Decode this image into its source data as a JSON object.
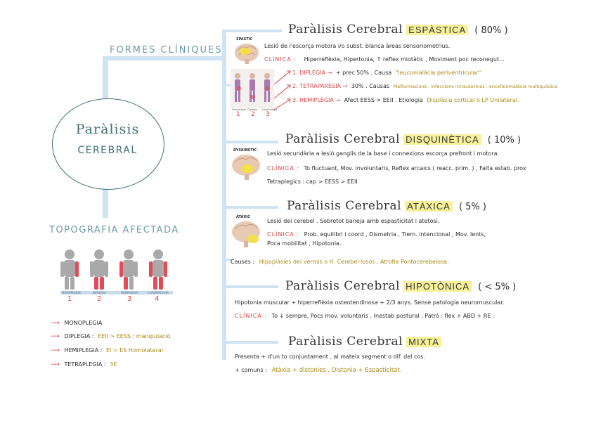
{
  "center": {
    "title_line1": "Paràlisis",
    "title_line2": "CEREBRAL"
  },
  "headers": {
    "formes": "FORMES CLÍNIQUES",
    "topografia": "TOPOGRAFIA AFECTADA"
  },
  "sections": {
    "espastica": {
      "title": "Paràlisis Cerebral",
      "type": "ESPÀSTICA",
      "pct": "( 80% )",
      "img_label": "SPASTIC",
      "line1": "Lesió de l'escorça motora i/o subst. blanca àreas sensoriomotrius.",
      "clinica_label": "CLÍNICA :",
      "clinica": "Hiperreflèxia, Hipertonia, ↑ reflex miotàtic , Moviment poc reconegut...",
      "item1_label": "1. DIPLEGIA →",
      "item1_text": "+ prec 50% . Causa",
      "item1_cause": "\"leucomalàcia periventricular\"",
      "item2_label": "2. TETRAPARÈSIA →",
      "item2_text": "30% . Causas",
      "item2_cause": "Malformacions , infeccions intrauterines , encefalomalàcia multiquística",
      "item3_label": "3. HEMIPLÈGIA →",
      "item3_text": "Afect EESS > EEII . Etiologia",
      "item3_cause": "Displàsia cortical o LP Unilateral.",
      "fig_labels": [
        "Hemiplegia",
        "Diplegia",
        "Quadriplegia"
      ],
      "fig_nums": [
        "1",
        "2",
        "3"
      ]
    },
    "disquinetica": {
      "title": "Paràlisis Cerebral",
      "type": "DISQUINÈTICA",
      "pct": "( 10% )",
      "img_label": "DYSKINETIC",
      "line1": "Lesió secundària a lesió ganglis de la base i connexions escorça prefront i motora.",
      "clinica_label": "CLÍNICA :",
      "clinica": "To fluctuant, Mov. involuntaris, Reflex arcaics ( reacc. prim. ) , Falta estab. prox",
      "line3": "Tetraplegics : cap > EESS > EEII"
    },
    "ataxica": {
      "title": "Paràlisis Cerebral",
      "type": "ATÀXICA",
      "pct": "( 5% )",
      "img_label": "ATAXIC",
      "line1": "Lesió del cerebel . Sobretot baneja amb espasticitat i atetosi.",
      "clinica_label": "CLÍNICA :",
      "clinica1": "Prob. equilibri i coord , Dismetria , Trem. intencional , Mov. lents,",
      "clinica2": "Poca mobilitat , Hipotonia.",
      "causes_label": "Causes :",
      "causes": "Hipoplàsies del vermis o H. Cerebel·losos , Atrofia Pontocerebelosa."
    },
    "hipotonica": {
      "title": "Paràlisis Cerebral",
      "type": "HIPOTÒNICA",
      "pct": "( < 5% )",
      "line1": "Hipotonia muscular + hiperreflèxia osteotendinosa + 2/3 anys. Sense patologia neuromuscular.",
      "clinica_label": "CLÍNICA :",
      "clinica": "To ↓ sempre, Pocs mov. voluntaris , Inestab postural , Patró : flex + ABD + RE ."
    },
    "mixta": {
      "title": "Paràlisis Cerebral",
      "type": "MIXTA",
      "line1": "Presenta + d'un to conjuntament , al mateix segment o dif. del cos.",
      "line2_label": "+ comuns :",
      "line2": "Atàxia + distonies , Distonia + Espasticitat."
    }
  },
  "topografia": {
    "fig_labels": [
      "MONOPLEGIA",
      "DIPLEGIA",
      "HEMIPLEGIA",
      "CUADRIPLEGIA"
    ],
    "fig_nums": [
      "1",
      "2",
      "3",
      "4"
    ],
    "list": [
      {
        "label": "MONOPLEGIA",
        "detail": ""
      },
      {
        "label": "DIPLEGIA :",
        "detail": "EEII > EESS ; manipulació"
      },
      {
        "label": "HEMIPLEGIA :",
        "detail": "EI = ES Homolateral"
      },
      {
        "label": "TETRAPLEGIA :",
        "detail": "3E"
      }
    ]
  },
  "colors": {
    "accent_red": "#d94545",
    "highlight": "#f7f29a",
    "connector": "#cfe3f2",
    "gold": "#a78a16"
  }
}
